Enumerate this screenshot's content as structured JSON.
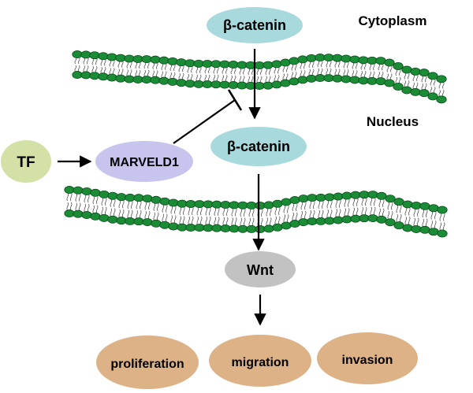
{
  "compartments": {
    "cytoplasm": "Cytoplasm",
    "nucleus": "Nucleus"
  },
  "nodes": {
    "beta_catenin_cyto": "β-catenin",
    "beta_catenin_nuc": "β-catenin",
    "tf": "TF",
    "marveld1": "MARVELD1",
    "wnt": "Wnt"
  },
  "outcomes": [
    "proliferation",
    "migration",
    "invasion"
  ],
  "colors": {
    "beta_catenin": "#a8d9dc",
    "tf": "#d4e1a6",
    "marveld1": "#c7c5ee",
    "wnt": "#c2c2c2",
    "outcome": "#dcb286",
    "membrane_head": "#1a8c35",
    "membrane_head_stroke": "#0b4a1a",
    "arrow": "#000000"
  }
}
